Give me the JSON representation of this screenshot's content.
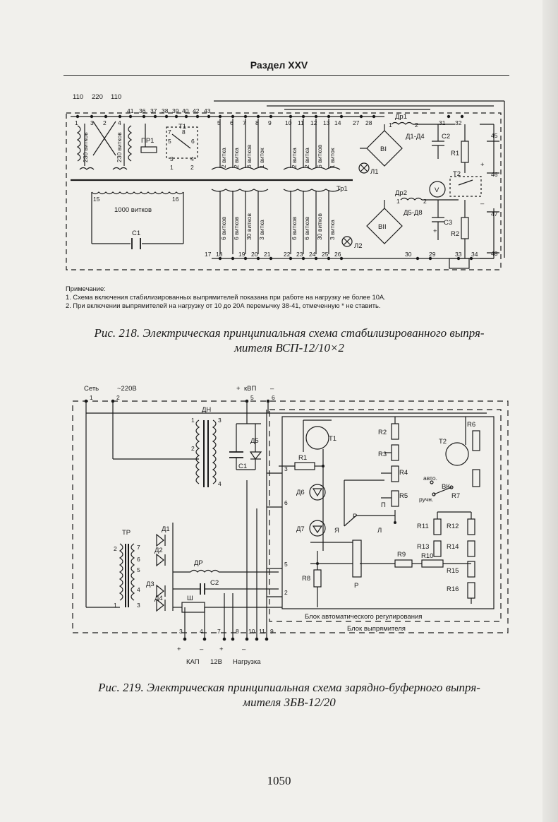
{
  "header": {
    "section": "Раздел XXV"
  },
  "fig218": {
    "taps": [
      "110",
      "220",
      "110"
    ],
    "terminals_top": [
      "1",
      "3",
      "2",
      "4",
      "41",
      "36",
      "37",
      "38",
      "39",
      "40",
      "42",
      "43",
      "5",
      "6",
      "7",
      "8",
      "9",
      "10",
      "11",
      "12",
      "13",
      "14",
      "27",
      "28",
      "31",
      "32"
    ],
    "terminals_bottom": [
      "17",
      "18",
      "19",
      "20",
      "21",
      "22",
      "23",
      "24",
      "25",
      "26",
      "30",
      "29",
      "33",
      "34"
    ],
    "terminals_side": [
      "45",
      "46",
      "47",
      "48"
    ],
    "switch_nums": [
      "1",
      "2",
      "3",
      "4",
      "5",
      "6",
      "7",
      "8"
    ],
    "windings_primary": [
      "230 витков",
      "230 витков"
    ],
    "windings_top": [
      "2 витка",
      "2 витка",
      "6 витков",
      "1 виток",
      "2 витка",
      "2 витка",
      "6 витков",
      "1 виток"
    ],
    "windings_bottom": [
      "6 витков",
      "6 витков",
      "30 витков",
      "3 витка",
      "6 витков",
      "6 витков",
      "30 витков",
      "3 витка"
    ],
    "coil_1000": "1000 витков",
    "coil_ends": [
      "15",
      "16"
    ],
    "labels": {
      "pr1": "ПР1",
      "t1": "Т1",
      "tr1": "Тр1",
      "c1": "C1",
      "dr1": "Др1",
      "dr2": "Др2",
      "d1d4": "Д1-Д4",
      "d5d8": "Д5-Д8",
      "bi": "BI",
      "bii": "BII",
      "l1": "Л1",
      "l2": "Л2",
      "c2": "C2",
      "c3": "C3",
      "r1": "R1",
      "r2": "R2",
      "t2": "T2",
      "v": "V",
      "n1": "1",
      "n2": "2",
      "plus": "+",
      "minus": "–"
    },
    "note_title": "Примечание:",
    "note_lines": [
      "1. Схема включения стабилизированных выпрямителей показана при работе на нагрузку не более 10А.",
      "2. При включении выпрямителей на нагрузку от 10 до 20А перемычку 38-41, отмеченную * не ставить."
    ],
    "caption_line1": "Рис. 218. Электрическая принципиальная схема стабилизированного выпря-",
    "caption_line2": "мителя ВСП-12/10×2"
  },
  "fig219": {
    "top_labels": {
      "set": "Сеть",
      "v220": "~220В",
      "kvp": "кВП",
      "plus": "+",
      "minus": "–"
    },
    "top_terms": [
      "1",
      "2",
      "5",
      "6"
    ],
    "components": {
      "dn": "ДН",
      "d5": "Д5",
      "c1": "C1",
      "tr": "ТР",
      "d1": "Д1",
      "d2": "Д2",
      "d3": "Д3",
      "d4": "Д4",
      "dr": "ДР",
      "c2": "C2",
      "sh": "Ш",
      "t1": "T1",
      "t2": "T2",
      "r1": "R1",
      "r2": "R2",
      "r3": "R3",
      "r4": "R4",
      "r5": "R5",
      "r6": "R6",
      "r7": "R7",
      "r8": "R8",
      "r9": "R9",
      "r10": "R10",
      "r11": "R11",
      "r12": "R12",
      "r13": "R13",
      "r14": "R14",
      "r15": "R15",
      "r16": "R16",
      "d6": "Д6",
      "d7": "Д7",
      "avto": "авто.",
      "vk": "ВК",
      "ruchn": "ручн.",
      "p": "П",
      "r": "Р",
      "ya": "Я",
      "l": "Л"
    },
    "winding_nums": [
      "1",
      "2",
      "3",
      "4",
      "1",
      "2",
      "3",
      "4",
      "5",
      "6",
      "7"
    ],
    "block_inputs": [
      "3",
      "6",
      "5",
      "2"
    ],
    "bottom_terms": [
      "3",
      "4",
      "7",
      "8",
      "10",
      "11",
      "9"
    ],
    "bottom_labels": [
      "КАП",
      "12В",
      "Нагрузка"
    ],
    "block_auto": "Блок автоматического регулирования",
    "block_rect": "Блок выпрямителя",
    "caption_line1": "Рис. 219. Электрическая принципиальная схема зарядно-буферного выпря-",
    "caption_line2": "мителя ЗБВ-12/20"
  },
  "page_number": "1050"
}
